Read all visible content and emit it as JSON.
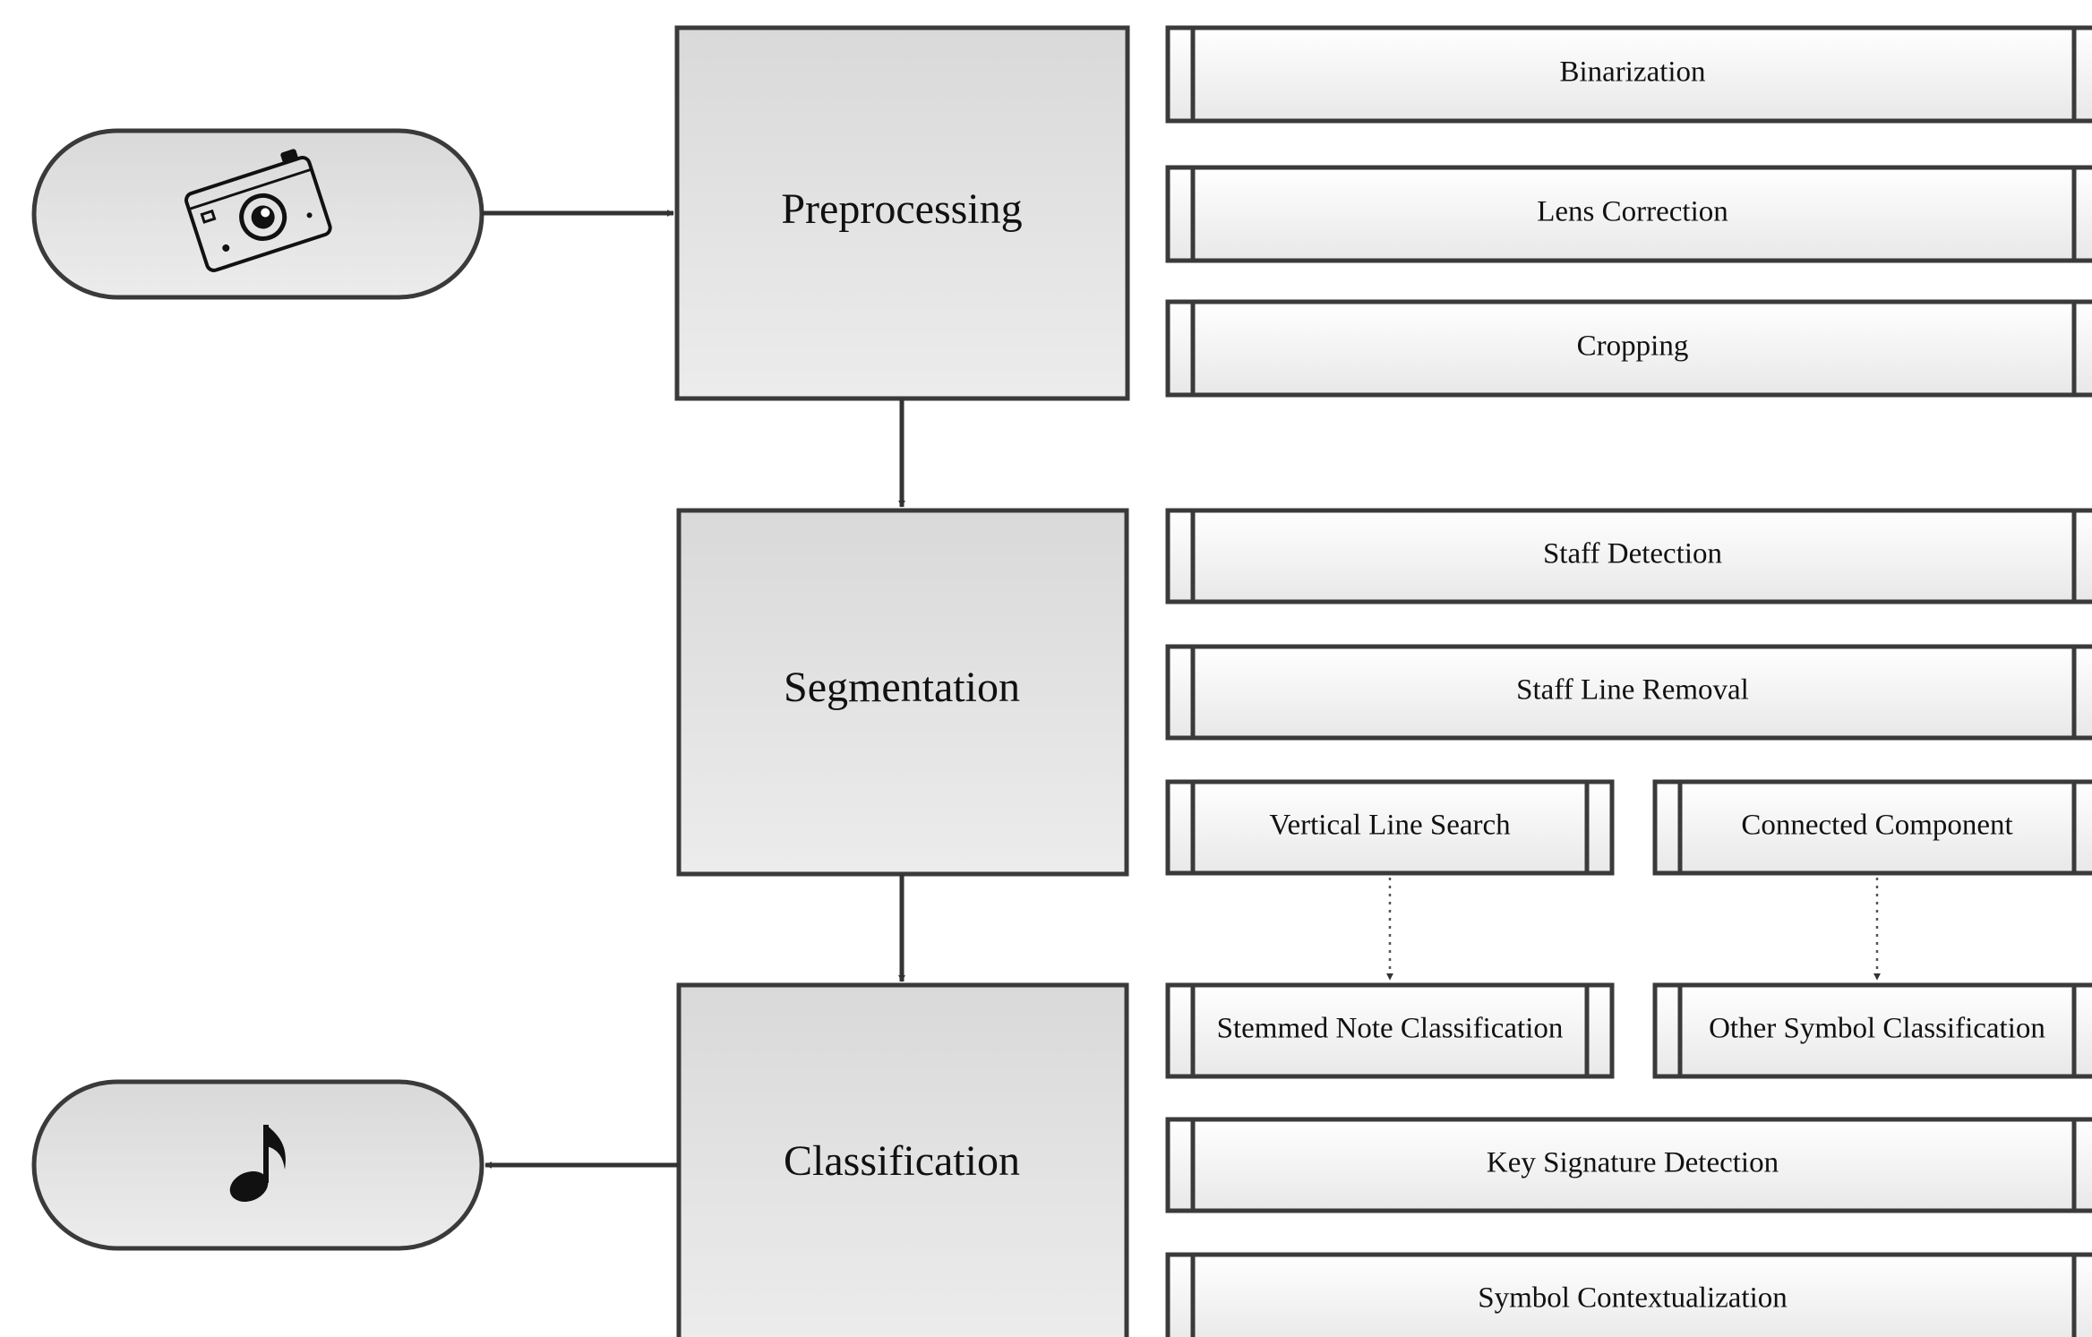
{
  "input": {
    "icon": "camera-icon"
  },
  "output": {
    "icon": "music-note-icon",
    "glyph": "♪"
  },
  "stages": {
    "preprocessing": {
      "label": "Preprocessing",
      "steps": [
        "Binarization",
        "Lens Correction",
        "Cropping"
      ]
    },
    "segmentation": {
      "label": "Segmentation",
      "steps": [
        "Staff Detection",
        "Staff Line Removal",
        "Vertical Line Search",
        "Connected Component"
      ]
    },
    "classification": {
      "label": "Classification",
      "steps": [
        "Stemmed Note Classification",
        "Other Symbol Classification",
        "Key Signature Detection",
        "Symbol Contextualization"
      ]
    }
  }
}
